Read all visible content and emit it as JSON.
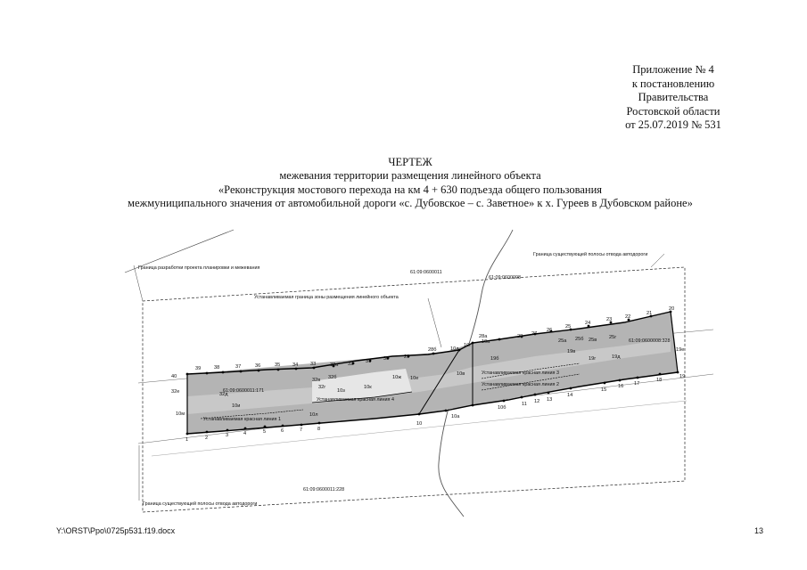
{
  "appendix": {
    "lines": [
      "Приложение № 4",
      "к постановлению",
      "Правительства",
      "Ростовской области",
      "от 25.07.2019 № 531"
    ]
  },
  "title": {
    "heading": "ЧЕРТЕЖ",
    "lines": [
      "межевания территории размещения линейного объекта",
      "«Реконструкция мостового перехода на км 4 + 630 подъезда общего пользования",
      "межмуниципального значения от автомобильной дороги «с. Дубовское – с. Заветное» к х. Гуреев в Дубовском районе»"
    ]
  },
  "plan": {
    "labels": {
      "project_boundary": "Граница разработки проекта планировки и межевания",
      "existing_strip_top": "Граница существующей полосы отвода автодороги",
      "existing_strip_bottom": "Граница существующей полосы отвода автодороги",
      "placement_zone": "Устанавливаемая граница зоны размещения линейного объекта",
      "red_line_1": "Устанавливаемая красная линия 1",
      "red_line_2": "Устанавливаемая красная линия 2",
      "red_line_3": "Устанавливаемая красная линия 3",
      "red_line_4": "Устанавливаемая красная линия 4"
    },
    "cadastral": {
      "c_0011_top": "61:09:0600011",
      "c_0008": "61:09:0600008",
      "c_0011_171": "61:09:0600011:171",
      "c_0008_328": "61:09:0600008:328",
      "c_0011_228": "61:09:0600011:228"
    },
    "points": {
      "p1": "1",
      "p2": "2",
      "p3": "3",
      "p4": "4",
      "p5": "5",
      "p6": "6",
      "p7": "7",
      "p8": "8",
      "p10": "10",
      "p10a": "10а",
      "p10b": "10б",
      "p10v": "10в",
      "p10g": "10г",
      "p10d": "10д",
      "p10e": "10е",
      "p10zh": "10ж",
      "p10z": "10з",
      "p10i": "10и",
      "p10k": "10к",
      "p10l": "10л",
      "p10m": "10м",
      "p11": "11",
      "p12": "12",
      "p13": "13",
      "p14": "14",
      "p15": "15",
      "p16": "16",
      "p17": "17",
      "p18": "18",
      "p19": "19",
      "p19a": "19а",
      "p19b": "19б",
      "p19v": "19в",
      "p19g": "19г",
      "p19d": "19д",
      "p19e": "19е",
      "p20": "20",
      "p21": "21",
      "p22": "22",
      "p23": "23",
      "p24": "24",
      "p25": "25",
      "p25a": "25а",
      "p25b": "25б",
      "p25v": "25в",
      "p25g": "25г",
      "p26": "26",
      "p27": "27",
      "p28": "28",
      "p28a": "28а",
      "p28b": "28б",
      "p29": "29",
      "p30": "30",
      "p31": "31",
      "p32": "32",
      "p32a": "32а",
      "p32b": "32б",
      "p32v": "32в",
      "p32g": "32г",
      "p32d": "32д",
      "p32e": "32е",
      "p33": "33",
      "p34": "34",
      "p35": "35",
      "p36": "36",
      "p37": "37",
      "p38": "38",
      "p39": "39",
      "p40": "40"
    }
  },
  "footer": {
    "path": "Y:\\ORST\\Ppo\\0725p531.f19.docx",
    "page": "13"
  }
}
